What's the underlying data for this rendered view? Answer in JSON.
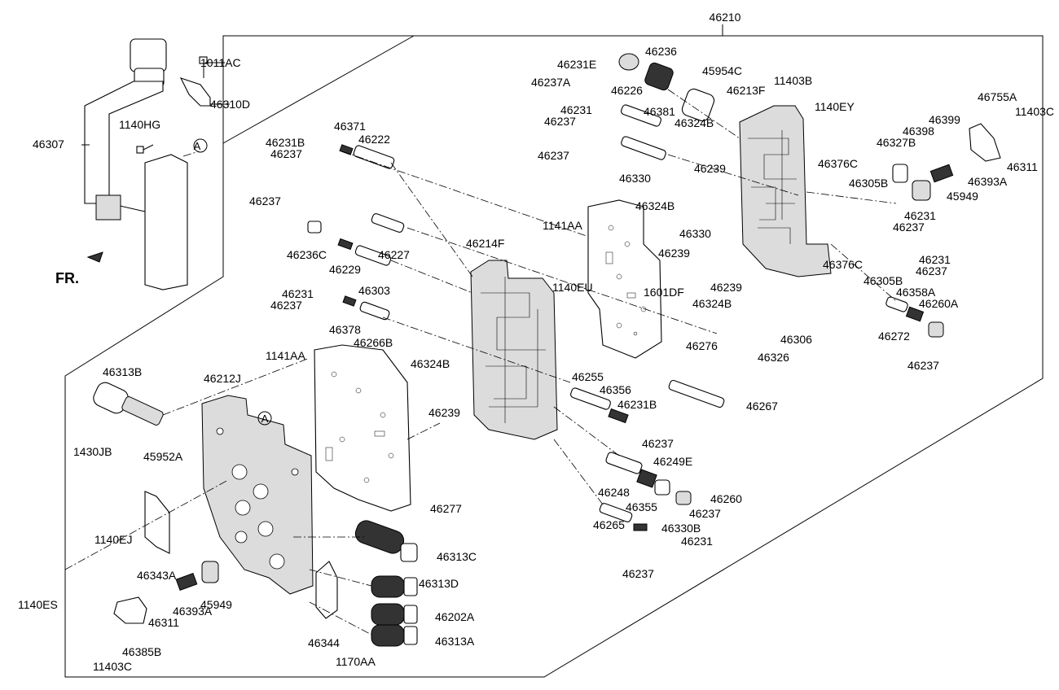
{
  "header": {
    "assembly_number": "46210"
  },
  "callouts": {
    "inset_a": "A",
    "inset_a2": "A",
    "front_label": "FR."
  },
  "labels": [
    "1011AC",
    "46310D",
    "46307",
    "1140HG",
    "46231E",
    "46237A",
    "46236",
    "45954C",
    "46226",
    "46231",
    "46237",
    "46381",
    "46213F",
    "11403B",
    "1140EY",
    "46755A",
    "11403C",
    "46231B",
    "46237",
    "46371",
    "46222",
    "46237",
    "46330",
    "46324B",
    "46239",
    "46376C",
    "46327B",
    "46398",
    "46399",
    "46311",
    "46393A",
    "45949",
    "46305B",
    "46231",
    "46237",
    "46237",
    "46236C",
    "46229",
    "46227",
    "46303",
    "1141AA",
    "46324B",
    "46330",
    "46239",
    "1601DF",
    "46239",
    "46324B",
    "46376C",
    "46231",
    "46237",
    "46305B",
    "46358A",
    "46260A",
    "46272",
    "46237",
    "46231",
    "46237",
    "46378",
    "46266B",
    "46214F",
    "1140EU",
    "46306",
    "46326",
    "46276",
    "1141AA",
    "46324B",
    "46239",
    "46313B",
    "46212J",
    "46255",
    "46356",
    "46231B",
    "46237",
    "46267",
    "1430JB",
    "45952A",
    "46249E",
    "46248",
    "46355",
    "46260",
    "46237",
    "46277",
    "46265",
    "46330B",
    "46231",
    "46237",
    "1140EJ",
    "46343A",
    "46313C",
    "46313D",
    "1140ES",
    "46311",
    "46393A",
    "45949",
    "46202A",
    "46344",
    "46385B",
    "11403C",
    "1170AA",
    "46313A"
  ]
}
